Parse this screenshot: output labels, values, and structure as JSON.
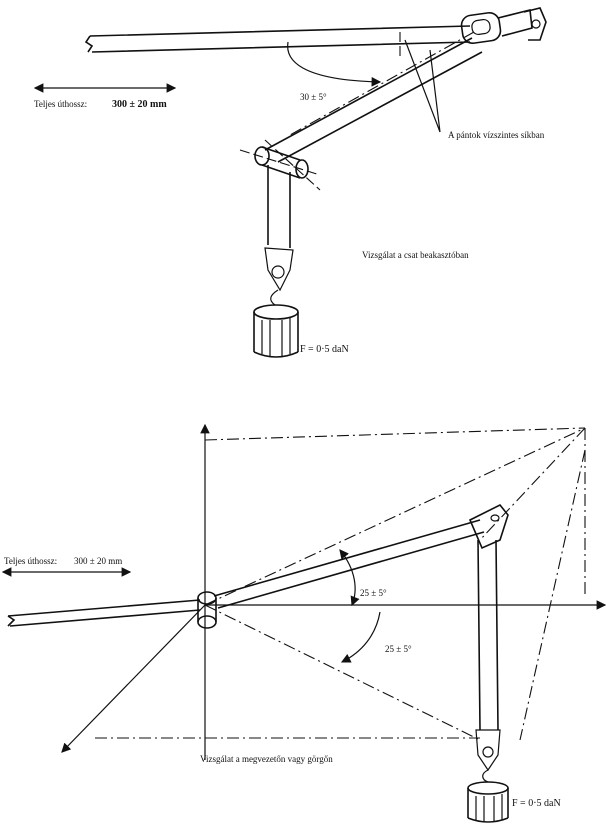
{
  "top": {
    "length_label": "Teljes úthossz:",
    "length_value": "300 ± 20 mm",
    "angle_label": "30 ± 5°",
    "straps_label": "A pántok vízszintes síkban",
    "caption": "Vizsgálat a csat beakasztóban",
    "force_label": "F = 0·5 daN"
  },
  "bottom": {
    "length_label": "Teljes úthossz:",
    "length_value": "300 ± 20 mm",
    "angle1_label": "25 ± 5°",
    "angle2_label": "25 ± 5°",
    "caption": "Vizsgálat a megvezetőn vagy görgőn",
    "force_label": "F = 0·5 daN"
  }
}
